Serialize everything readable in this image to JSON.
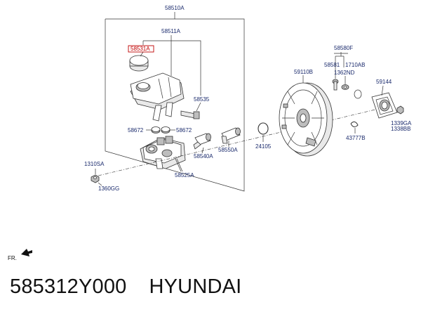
{
  "labels": {
    "p58510A": "58510A",
    "p58511A": "58511A",
    "p58531A": "58531A",
    "p58535": "58535",
    "p58672_left": "58672",
    "p58672_right": "58672",
    "p58540A": "58540A",
    "p58550A": "58550A",
    "p58525A": "58525A",
    "p1310SA": "1310SA",
    "p1360GG": "1360GG",
    "p24105": "24105",
    "p59110B": "59110B",
    "p58580F": "58580F",
    "p58581": "58581",
    "p1710AB": "1710AB",
    "p1362ND": "1362ND",
    "p59144": "59144",
    "p1339GA": "1339GA",
    "p1338BB": "1338BB",
    "p43777B": "43777B",
    "fr": "FR."
  },
  "caption": {
    "part_number": "585312Y000",
    "brand": "HYUNDAI"
  },
  "highlight_color": "#c00000",
  "label_color": "#1a2a6c"
}
